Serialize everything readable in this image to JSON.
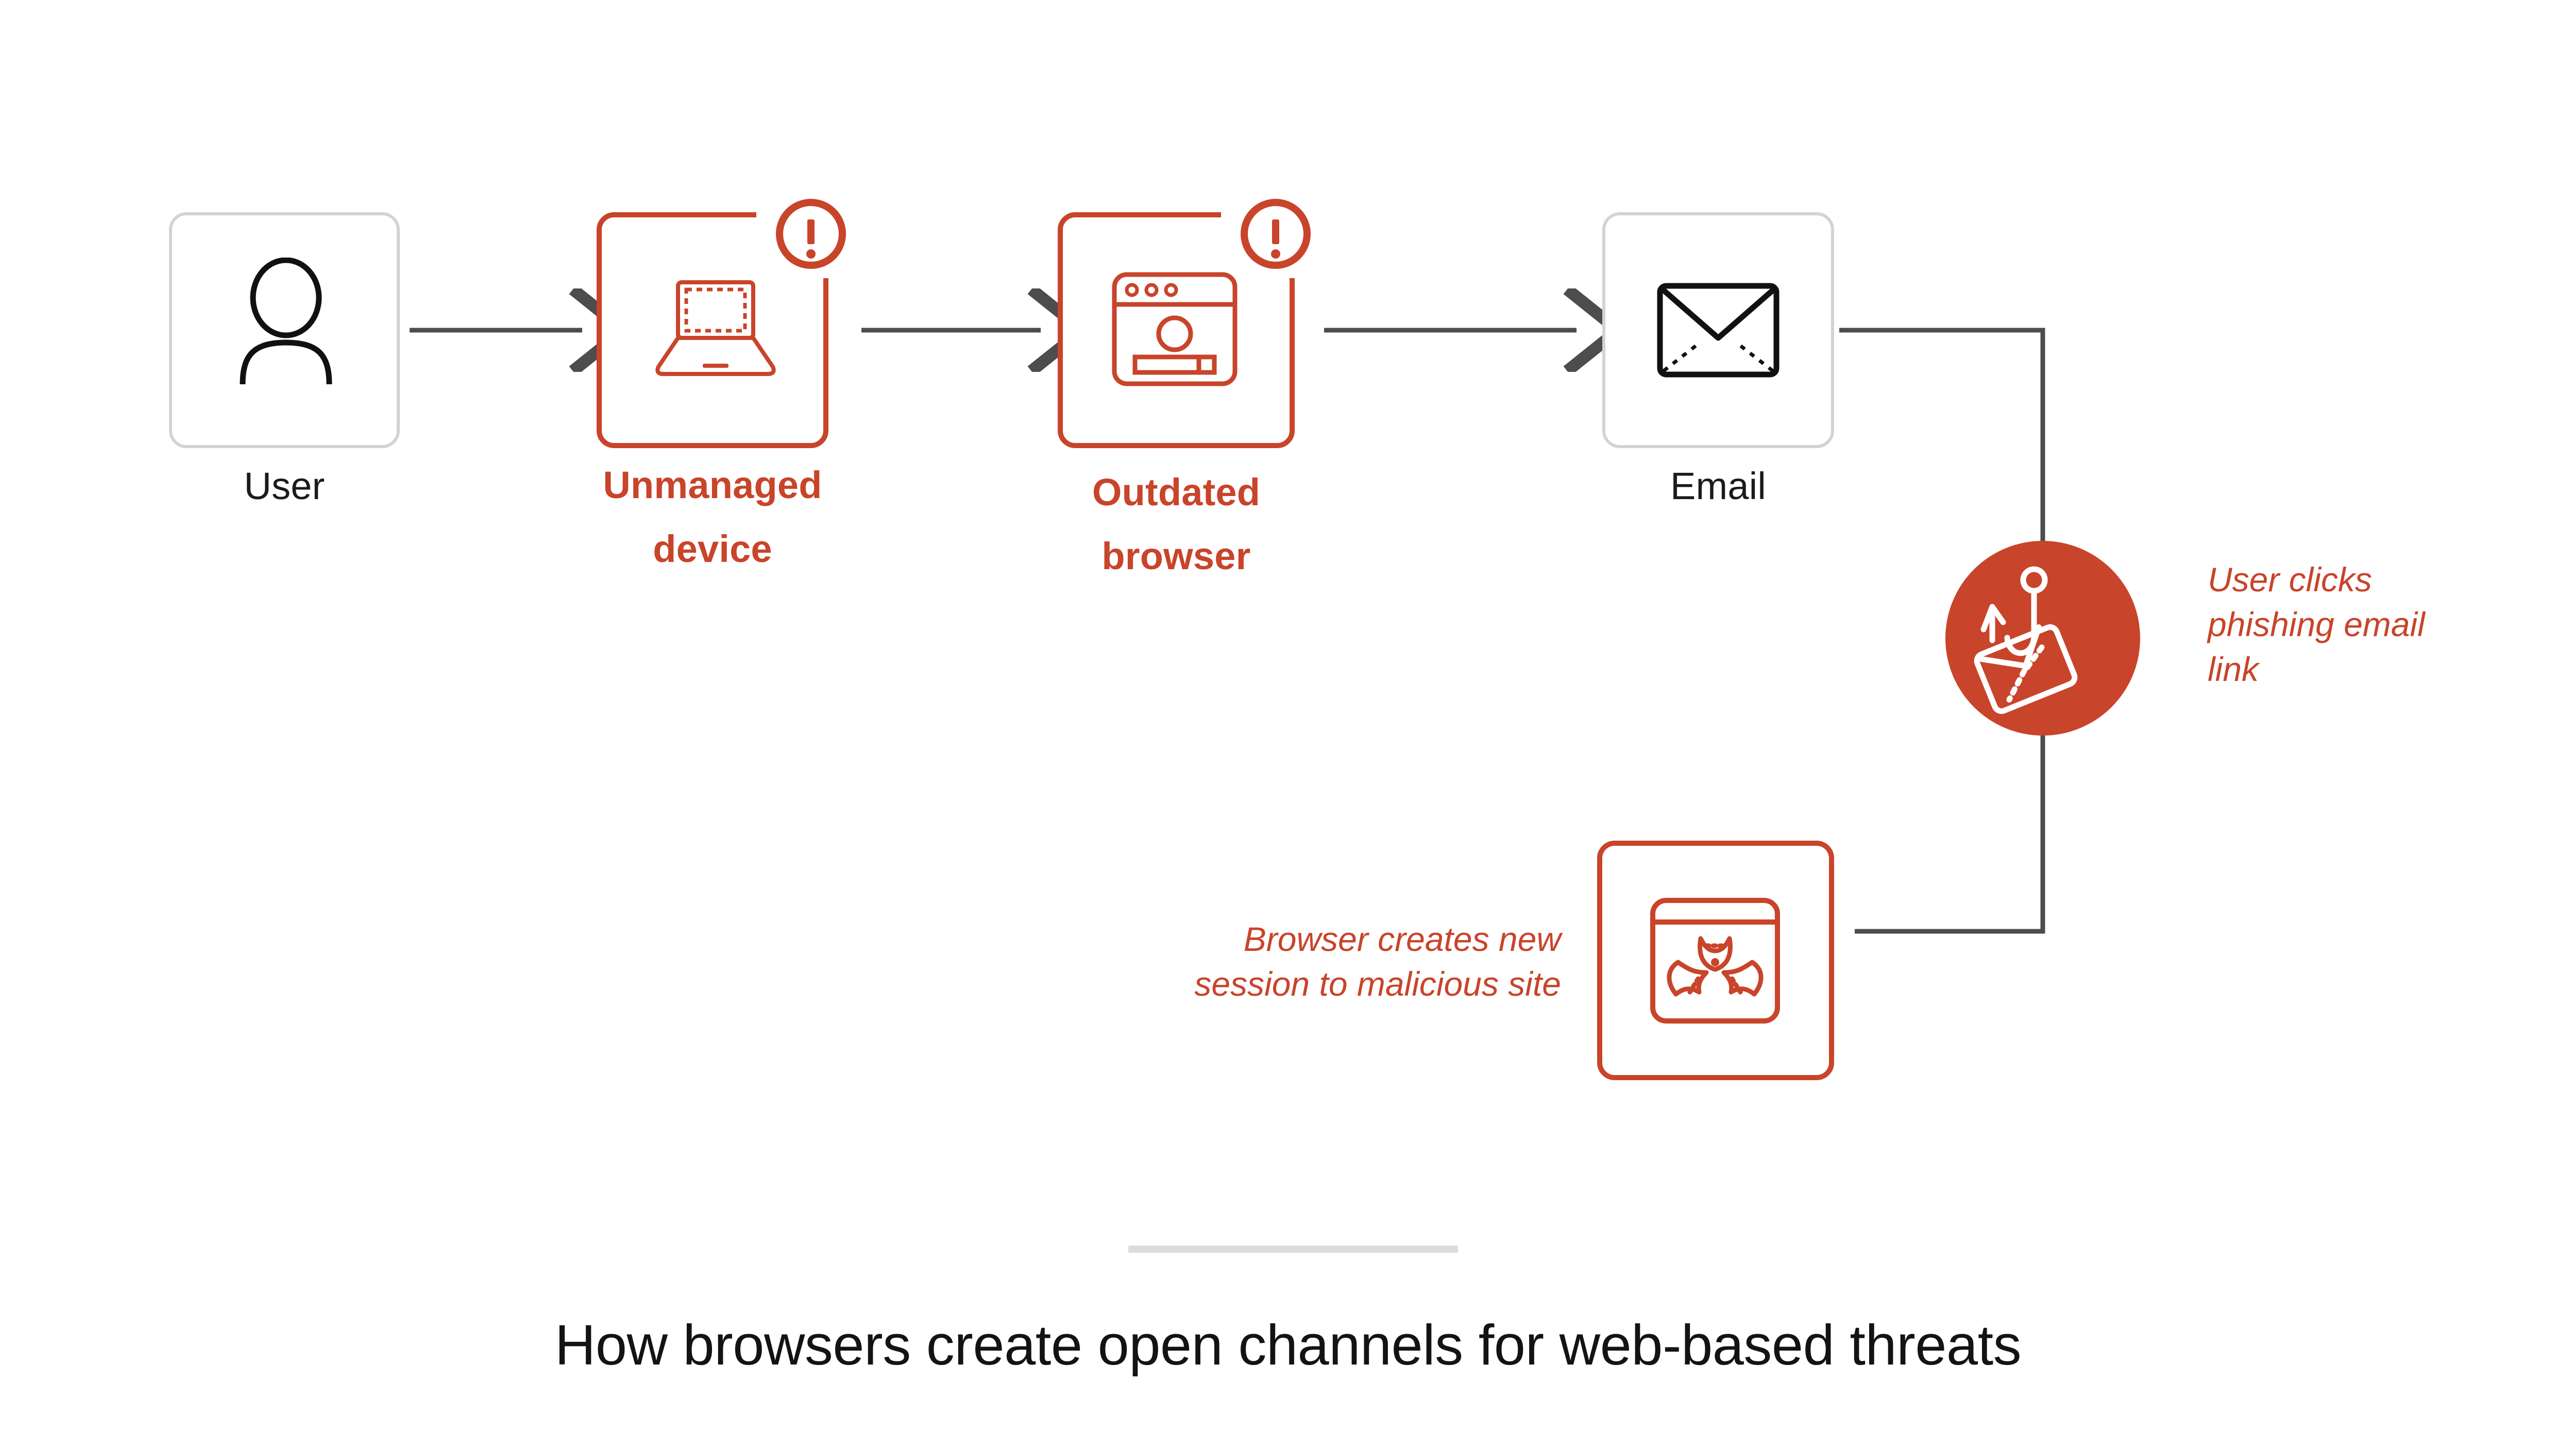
{
  "diagram": {
    "title": "How browsers create open channels for web-based threats",
    "accent_color": "#c8442a",
    "neutral_border_color": "#d3d3d3",
    "connector_color": "#4d4d4d",
    "divider_color": "#dcdcdc",
    "nodes": [
      {
        "id": "user",
        "label": "User",
        "icon": "person-icon",
        "style": "neutral",
        "warning": false
      },
      {
        "id": "unmanaged",
        "label": "Unmanaged\ndevice",
        "icon": "laptop-icon",
        "style": "warning",
        "warning": true,
        "label_line1": "Unmanaged",
        "label_line2": "device"
      },
      {
        "id": "outdated",
        "label": "Outdated\nbrowser",
        "icon": "browser-window-icon",
        "style": "warning",
        "warning": true,
        "label_line1": "Outdated",
        "label_line2": "browser"
      },
      {
        "id": "email",
        "label": "Email",
        "icon": "envelope-icon",
        "style": "neutral",
        "warning": false
      },
      {
        "id": "malicious-site",
        "label": "",
        "icon": "biohazard-browser-icon",
        "style": "warning",
        "warning": false
      }
    ],
    "badge_icon": "exclamation-circle-icon",
    "phish_icon": "phishing-hook-envelope-icon",
    "annotations": [
      {
        "id": "phishing-click",
        "text_line1": "User clicks",
        "text_line2": "phishing email",
        "text_line3": "link"
      },
      {
        "id": "new-session",
        "text_line1": "Browser creates new",
        "text_line2": "session to malicious site"
      }
    ]
  }
}
